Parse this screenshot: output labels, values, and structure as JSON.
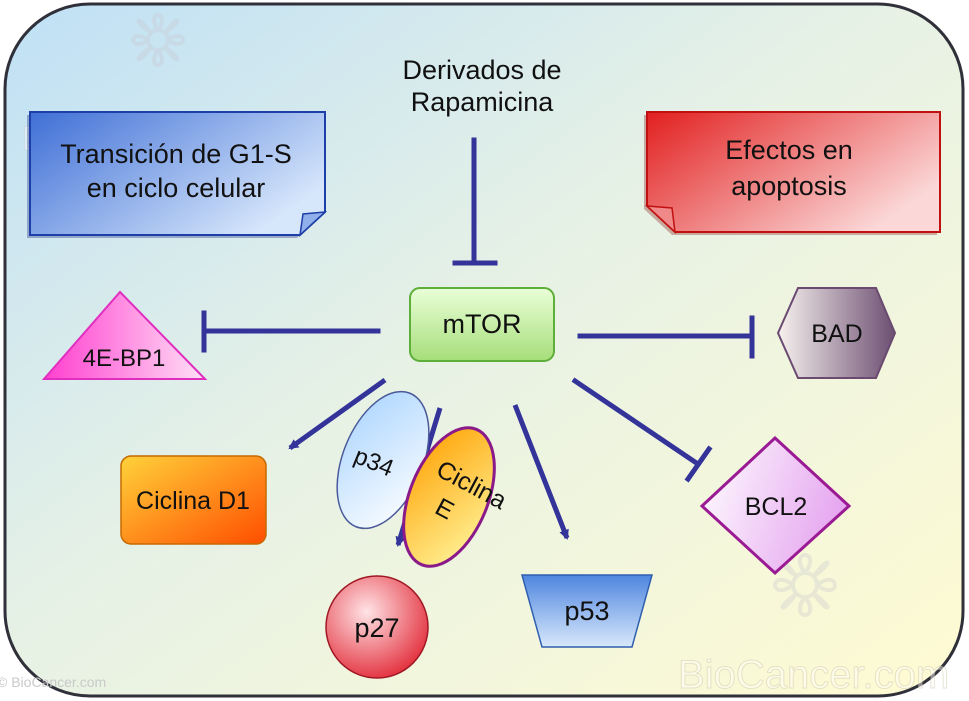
{
  "drug": {
    "line1": "Derivados de",
    "line2": "Rapamicina"
  },
  "hub": {
    "label": "mTOR"
  },
  "notes": {
    "cell_cycle": {
      "line1": "Transición de G1-S",
      "line2": "en ciclo celular"
    },
    "apoptosis": {
      "line1": "Efectos en",
      "line2": "apoptosis"
    }
  },
  "targets": {
    "four_ebp1": "4E-BP1",
    "bad": "BAD",
    "bcl2": "BCL2",
    "cyclin_d1": "Ciclina D1",
    "p34": "p34",
    "cyclin_e_line1": "Ciclina",
    "cyclin_e_line2": "E",
    "p27": "p27",
    "p53": "p53"
  },
  "watermark": {
    "brand": "BioCancer.com",
    "copyright": "© BioCancer.com"
  },
  "colors": {
    "arrow": "#33339a",
    "background_yellow": "#fffbd2",
    "background_blue": "#bfe0f6",
    "note_blue": "#3f6fd6",
    "note_red": "#e21f1f",
    "hub_green": "#b8e88a",
    "triangle_pink": "#ff4fd0",
    "hexagon_purple": "#7a5a80",
    "diamond_purple": "#a0209a",
    "cyclin_d1_orange": "#ff5a00",
    "p27_red": "#e02030",
    "p53_blue": "#5a8ee0",
    "cyclin_e_outline": "#8a1a8a"
  }
}
